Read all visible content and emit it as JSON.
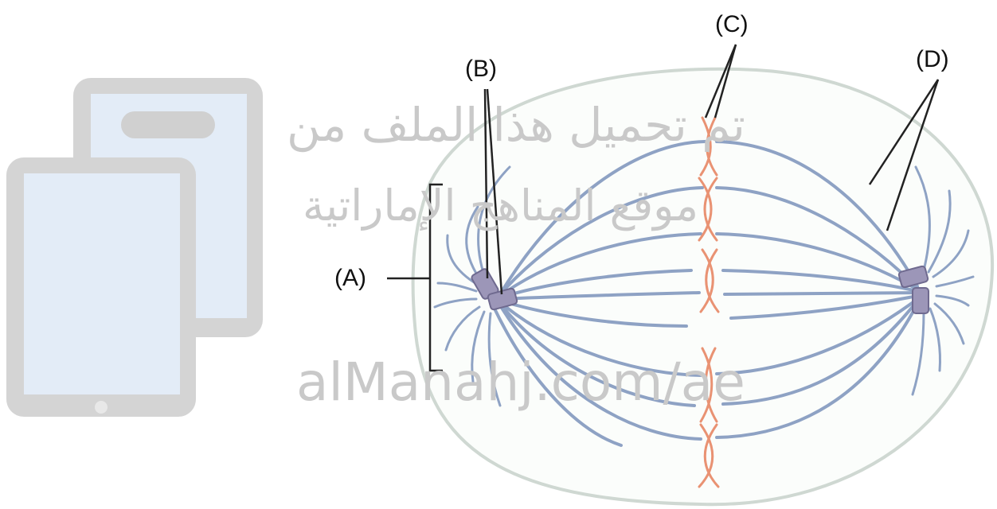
{
  "labels": {
    "a": "(A)",
    "b": "(B)",
    "c": "(C)",
    "d": "(D)"
  },
  "watermark": {
    "arabic_line1": "تم تحميل هذا الملف من",
    "arabic_line2": "موقع المناهج الإماراتية",
    "site": "alManahj.com/ae",
    "logo_icon": "tablet-devices-icon"
  },
  "colors": {
    "spindle": "#8ea2c4",
    "chromosome": "#e99273",
    "centrosome": "#9c96b8",
    "cell_outline": "#cfd8d2",
    "label_line": "#222222",
    "watermark": "#c9c9c9"
  }
}
